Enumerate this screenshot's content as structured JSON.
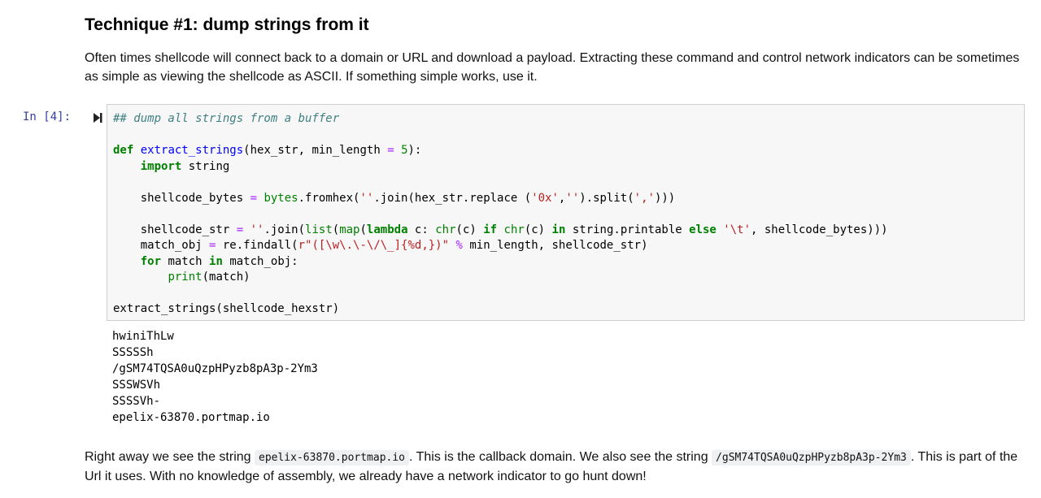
{
  "heading": "Technique #1: dump strings from it",
  "intro": "Often times shellcode will connect back to a domain or URL and download a payload. Extracting these command and control network indicators can be sometimes as simple as viewing the shellcode as ASCII. If something simple works, use it.",
  "cell": {
    "prompt": "In [4]:",
    "run_icon": "run-cell-icon",
    "code_lines": [
      [
        {
          "t": "## dump all strings from a buffer",
          "c": "cm"
        }
      ],
      [],
      [
        {
          "t": "def",
          "c": "kw"
        },
        {
          "t": " "
        },
        {
          "t": "extract_strings",
          "c": "fn"
        },
        {
          "t": "(hex_str, min_length "
        },
        {
          "t": "=",
          "c": "op"
        },
        {
          "t": " "
        },
        {
          "t": "5",
          "c": "num"
        },
        {
          "t": "):"
        }
      ],
      [
        {
          "t": "    "
        },
        {
          "t": "import",
          "c": "kw"
        },
        {
          "t": " string"
        }
      ],
      [],
      [
        {
          "t": "    shellcode_bytes "
        },
        {
          "t": "=",
          "c": "op"
        },
        {
          "t": " "
        },
        {
          "t": "bytes",
          "c": "bi"
        },
        {
          "t": ".fromhex("
        },
        {
          "t": "''",
          "c": "str"
        },
        {
          "t": ".join(hex_str.replace ("
        },
        {
          "t": "'0x'",
          "c": "str"
        },
        {
          "t": ","
        },
        {
          "t": "''",
          "c": "str"
        },
        {
          "t": ").split("
        },
        {
          "t": "','",
          "c": "str"
        },
        {
          "t": ")))"
        }
      ],
      [],
      [
        {
          "t": "    shellcode_str "
        },
        {
          "t": "=",
          "c": "op"
        },
        {
          "t": " "
        },
        {
          "t": "''",
          "c": "str"
        },
        {
          "t": ".join("
        },
        {
          "t": "list",
          "c": "bi"
        },
        {
          "t": "("
        },
        {
          "t": "map",
          "c": "bi"
        },
        {
          "t": "("
        },
        {
          "t": "lambda",
          "c": "kw"
        },
        {
          "t": " c: "
        },
        {
          "t": "chr",
          "c": "bi"
        },
        {
          "t": "(c) "
        },
        {
          "t": "if",
          "c": "kw"
        },
        {
          "t": " "
        },
        {
          "t": "chr",
          "c": "bi"
        },
        {
          "t": "(c) "
        },
        {
          "t": "in",
          "c": "kw"
        },
        {
          "t": " string.printable "
        },
        {
          "t": "else",
          "c": "kw"
        },
        {
          "t": " "
        },
        {
          "t": "'\\t'",
          "c": "str"
        },
        {
          "t": ", shellcode_bytes)))"
        }
      ],
      [
        {
          "t": "    match_obj "
        },
        {
          "t": "=",
          "c": "op"
        },
        {
          "t": " re.findall("
        },
        {
          "t": "r\"([\\w\\.\\-\\/\\_]{%d,})\"",
          "c": "str"
        },
        {
          "t": " "
        },
        {
          "t": "%",
          "c": "op"
        },
        {
          "t": " min_length, shellcode_str)"
        }
      ],
      [
        {
          "t": "    "
        },
        {
          "t": "for",
          "c": "kw"
        },
        {
          "t": " match "
        },
        {
          "t": "in",
          "c": "kw"
        },
        {
          "t": " match_obj:"
        }
      ],
      [
        {
          "t": "        "
        },
        {
          "t": "print",
          "c": "bi"
        },
        {
          "t": "(match)"
        }
      ],
      [],
      [
        {
          "t": "extract_strings(shellcode_hexstr)"
        }
      ]
    ],
    "output_lines": [
      "hwiniThLw",
      "SSSSSh",
      "/gSM74TQSA0uQzpHPyzb8pA3p-2Ym3",
      "SSSWSVh",
      "SSSSVh-",
      "epelix-63870.portmap.io"
    ]
  },
  "conclusion": {
    "part1": "Right away we see the string ",
    "code1": "epelix-63870.portmap.io",
    "part2": ". This is the callback domain. We also see the string ",
    "code2": "/gSM74TQSA0uQzpHPyzb8pA3p-2Ym3",
    "part3": ". This is part of the Url it uses. With no knowledge of assembly, we already have a network indicator to go hunt down!"
  }
}
